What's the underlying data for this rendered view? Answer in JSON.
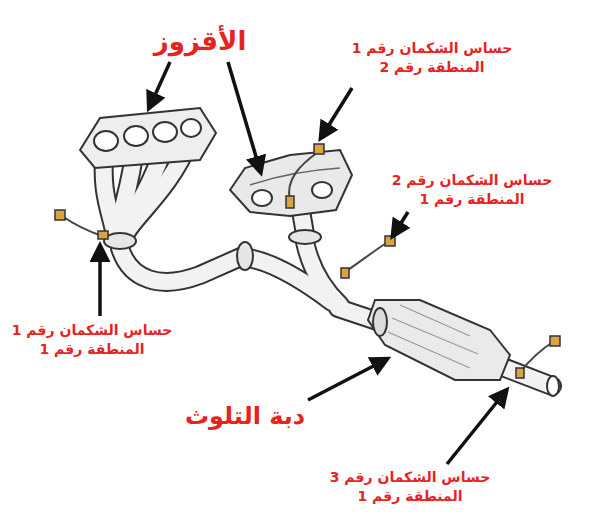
{
  "diagram": {
    "labels": [
      "الأقزوز",
      "حساس الشكمان رقم 1 المنطقة رقم 2",
      "حساس الشكمان رقم 2 المنطقة رقم 1",
      "حساس الشكمان رقم 1 المنطقة رقم 1",
      "دبة التلوث",
      "حساس الشكمان رقم 3 المنطقة رقم 1"
    ]
  }
}
